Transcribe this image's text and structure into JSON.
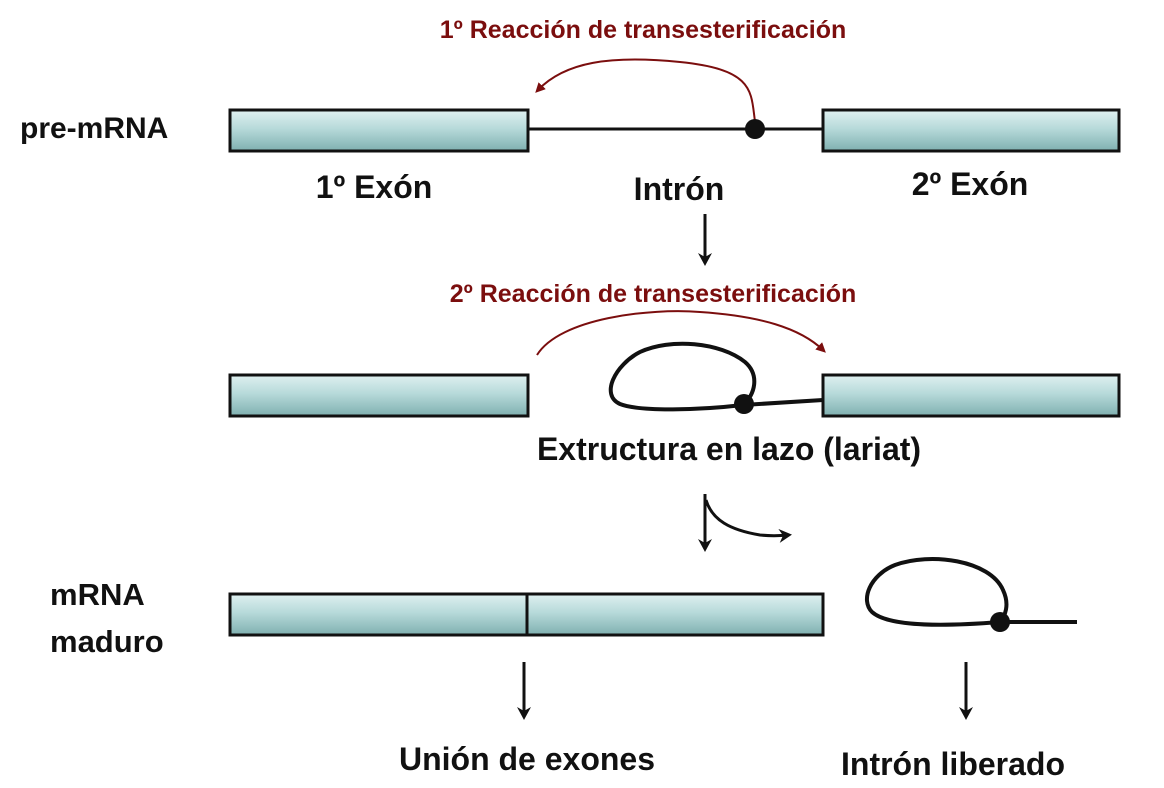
{
  "colors": {
    "reaction": "#7b0e0e",
    "exon_fill": "#b9dcdc",
    "stroke": "#111111"
  },
  "labels": {
    "reaction1": "1º Reacción de transesterificación",
    "reaction2": "2º Reacción de transesterificación",
    "pre_mrna": "pre-mRNA",
    "exon1": "1º Exón",
    "intron": "Intrón",
    "exon2": "2º Exón",
    "lariat": "Extructura en lazo (lariat)",
    "mature_mrna_line1": "mRNA",
    "mature_mrna_line2": "maduro",
    "exon_join": "Unión de exones",
    "released_intron": "Intrón liberado"
  }
}
